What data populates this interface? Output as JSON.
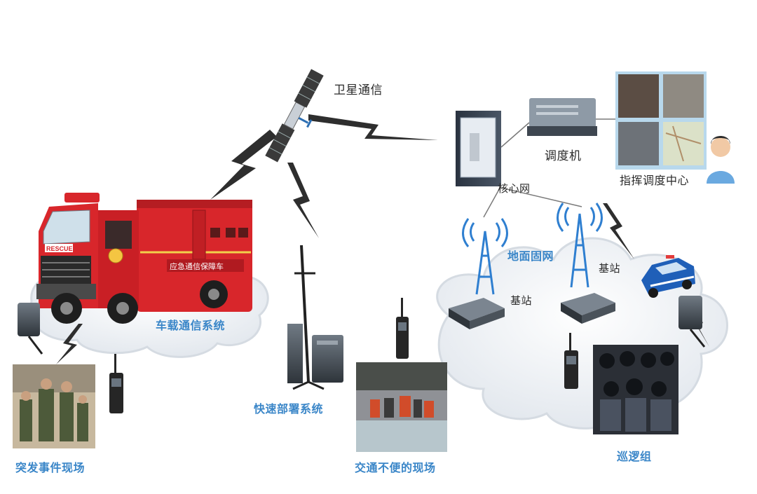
{
  "labels": {
    "satellite": "卫星通信",
    "dispatcher": "调度机",
    "command_center": "指挥调度中心",
    "core_network": "核心网",
    "ground_network": "地面固网",
    "base_station_a": "基站",
    "base_station_b": "基站",
    "vehicle_system": "车载通信系统",
    "rapid_deploy": "快速部署系统",
    "incident_site": "突发事件现场",
    "traffic_site": "交通不便的现场",
    "patrol_team": "巡逻组"
  },
  "truck_text": {
    "rescue": "RESCUE",
    "side": "应急通信保障车"
  },
  "colors": {
    "truck_red": "#d8262b",
    "cloud_fill": "#eef1f5",
    "signal_gray": "#3c3c3c",
    "label_blue": "#3a86c8",
    "tower_blue": "#2f7fd0"
  }
}
